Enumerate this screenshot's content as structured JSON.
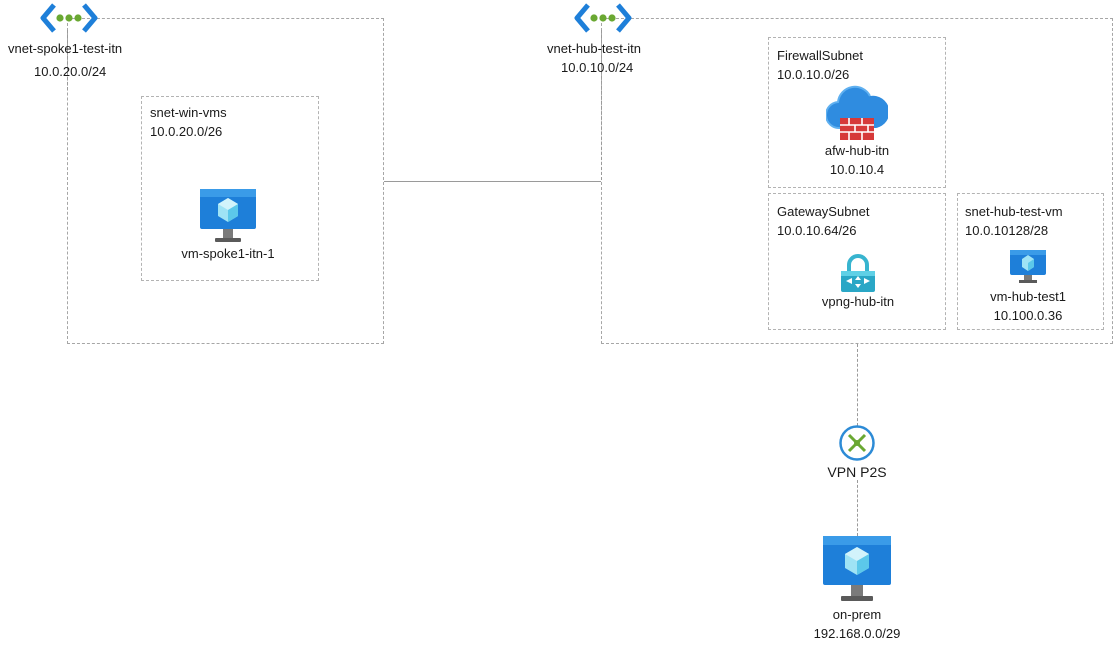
{
  "spoke_vnet": {
    "name": "vnet-spoke1-test-itn",
    "cidr": "10.0.20.0/24",
    "icon": "vnet-icon"
  },
  "spoke_subnet": {
    "name": "snet-win-vms",
    "cidr": "10.0.20.0/26"
  },
  "spoke_vm": {
    "name": "vm-spoke1-itn-1",
    "icon": "virtual-machine-icon"
  },
  "hub_vnet": {
    "name": "vnet-hub-test-itn",
    "cidr": "10.0.10.0/24",
    "icon": "vnet-icon"
  },
  "firewall_subnet": {
    "name": "FirewallSubnet",
    "cidr": "10.0.10.0/26"
  },
  "firewall": {
    "name": "afw-hub-itn",
    "ip": "10.0.10.4",
    "icon": "azure-firewall-icon"
  },
  "gateway_subnet": {
    "name": "GatewaySubnet",
    "cidr": "10.0.10.64/26"
  },
  "vpn_gateway": {
    "name": "vpng-hub-itn",
    "icon": "vpn-gateway-icon"
  },
  "hub_vm_subnet": {
    "name": "snet-hub-test-vm",
    "cidr": "10.0.10128/28"
  },
  "hub_vm": {
    "name": "vm-hub-test1",
    "ip": "10.100.0.36",
    "icon": "virtual-machine-icon"
  },
  "vpn_connection": {
    "name": "VPN P2S",
    "icon": "connection-icon"
  },
  "on_prem": {
    "name": "on-prem",
    "cidr": "192.168.0.0/29",
    "icon": "virtual-machine-icon"
  },
  "colors": {
    "azure_blue": "#1e7fd9",
    "vnet_dot": "#6aa832",
    "firewall_red": "#d63939",
    "border": "#a6a6a6"
  }
}
